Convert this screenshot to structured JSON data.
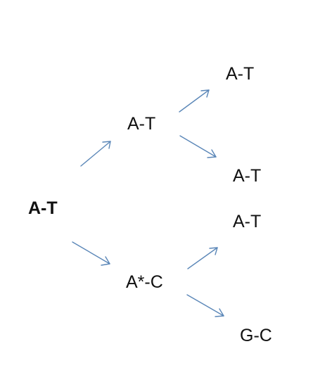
{
  "diagram": {
    "root": {
      "text": "A-T"
    },
    "generation1": [
      {
        "text": "A-T"
      },
      {
        "text": "A*-C"
      }
    ],
    "generation2": [
      {
        "text": "A-T"
      },
      {
        "text": "A-T"
      },
      {
        "text": "A-T"
      },
      {
        "text": "G-C"
      }
    ]
  },
  "colors": {
    "arrow": "#5b87b8",
    "text": "#111111",
    "background": "#ffffff"
  }
}
